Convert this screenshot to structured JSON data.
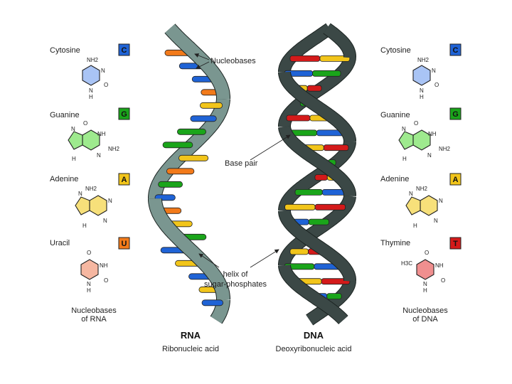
{
  "colors": {
    "cytosine": "#1f63d6",
    "guanine": "#1aa51a",
    "adenine": "#f2c51a",
    "uracil": "#f27a1a",
    "thymine": "#d41a1a",
    "rna_backbone": "#7a9690",
    "dna_backbone": "#3b4846",
    "cytosine_ring": "#a9c4f5",
    "purine_ring": "#9eea8e",
    "adenine_ring": "#f7e07a",
    "uracil_ring": "#f6b7a1",
    "thymine_ring": "#f08f8f"
  },
  "left_panel": {
    "items": [
      {
        "name": "Cytosine",
        "letter": "C",
        "base": "cytosine",
        "label_top": "NH2",
        "n1": "N",
        "n2": "N",
        "o": "O",
        "h": "H"
      },
      {
        "name": "Guanine",
        "letter": "G",
        "base": "guanine",
        "label_top": "O",
        "nh": "NH",
        "nh2": "NH2",
        "n1": "N",
        "n2": "N",
        "h": "H"
      },
      {
        "name": "Adenine",
        "letter": "A",
        "base": "adenine",
        "label_top": "NH2",
        "n1": "N",
        "n2": "N",
        "n3": "N",
        "h": "H"
      },
      {
        "name": "Uracil",
        "letter": "U",
        "base": "uracil",
        "o1": "O",
        "nh": "NH",
        "o2": "O",
        "n": "N",
        "h": "H"
      }
    ],
    "caption_line1": "Nucleobases",
    "caption_line2": "of RNA"
  },
  "right_panel": {
    "items": [
      {
        "name": "Cytosine",
        "letter": "C",
        "base": "cytosine",
        "label_top": "NH2",
        "n1": "N",
        "n2": "N",
        "o": "O",
        "h": "H"
      },
      {
        "name": "Guanine",
        "letter": "G",
        "base": "guanine",
        "label_top": "O",
        "nh": "NH",
        "nh2": "NH2",
        "n1": "N",
        "n2": "N",
        "h": "H"
      },
      {
        "name": "Adenine",
        "letter": "A",
        "base": "adenine",
        "label_top": "NH2",
        "n1": "N",
        "n2": "N",
        "n3": "N",
        "h": "H"
      },
      {
        "name": "Thymine",
        "letter": "T",
        "base": "thymine",
        "ch3": "H3C",
        "o1": "O",
        "nh": "NH",
        "o2": "O",
        "n": "N",
        "h": "H"
      }
    ],
    "caption_line1": "Nucleobases",
    "caption_line2": "of DNA"
  },
  "rna": {
    "title": "RNA",
    "subtitle": "Ribonucleic acid",
    "rungs": [
      "uracil",
      "cytosine",
      "cytosine",
      "uracil",
      "adenine",
      "cytosine",
      "guanine",
      "guanine",
      "adenine",
      "uracil",
      "guanine",
      "cytosine",
      "uracil",
      "adenine",
      "guanine",
      "cytosine",
      "adenine",
      "cytosine",
      "adenine",
      "cytosine"
    ]
  },
  "dna": {
    "title": "DNA",
    "subtitle": "Deoxyribonucleic acid",
    "pairs": [
      [
        "thymine",
        "adenine"
      ],
      [
        "cytosine",
        "guanine"
      ],
      [
        "adenine",
        "thymine"
      ],
      [
        "guanine",
        "cytosine"
      ],
      [
        "thymine",
        "adenine"
      ],
      [
        "guanine",
        "cytosine"
      ],
      [
        "adenine",
        "thymine"
      ],
      [
        "cytosine",
        "guanine"
      ],
      [
        "thymine",
        "adenine"
      ],
      [
        "guanine",
        "cytosine"
      ],
      [
        "adenine",
        "thymine"
      ],
      [
        "cytosine",
        "guanine"
      ],
      [
        "thymine",
        "adenine"
      ],
      [
        "adenine",
        "thymine"
      ],
      [
        "guanine",
        "cytosine"
      ],
      [
        "adenine",
        "thymine"
      ],
      [
        "cytosine",
        "guanine"
      ]
    ]
  },
  "annotations": {
    "nucleobases": "Nucleobases",
    "base_pair": "Base pair",
    "helix_line1": "helix of",
    "helix_line2": "sugar-phosphates"
  }
}
